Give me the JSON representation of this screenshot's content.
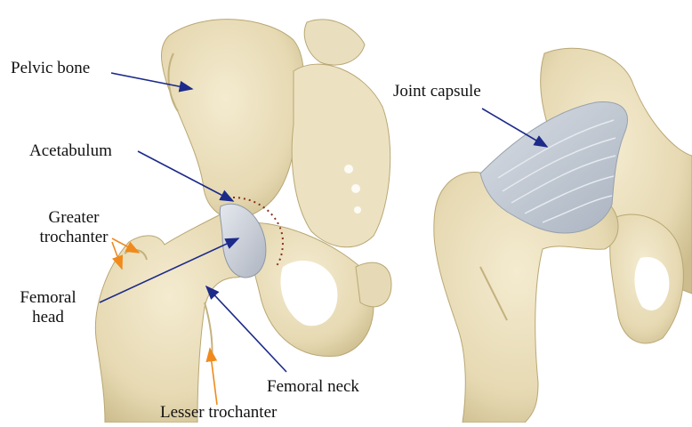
{
  "labels": {
    "pelvic_bone": "Pelvic bone",
    "acetabulum": "Acetabulum",
    "greater_trochanter_line1": "Greater",
    "greater_trochanter_line2": "trochanter",
    "femoral_head_line1": "Femoral",
    "femoral_head_line2": "head",
    "femoral_neck": "Femoral neck",
    "lesser_trochanter": "Lesser trochanter",
    "joint_capsule": "Joint capsule"
  },
  "colors": {
    "bone": "#ebe0bd",
    "bone_shadow": "#c9b98a",
    "cartilage": "#c9ced6",
    "capsule": "#b9c2cd",
    "navy_arrow": "#1c2a8a",
    "orange_arrow": "#f08a1c",
    "dotted_outline": "#8b2f1e"
  }
}
